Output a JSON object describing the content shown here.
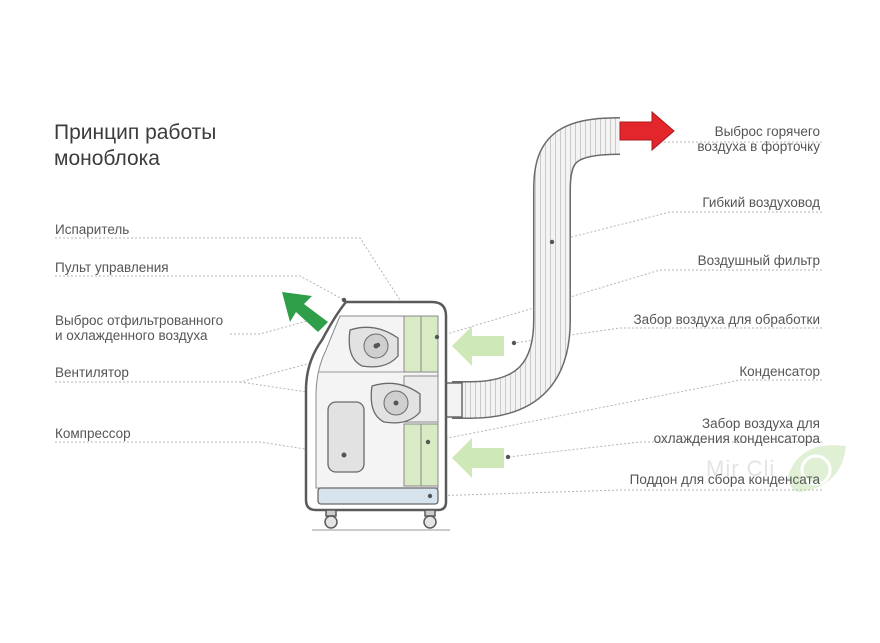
{
  "title": {
    "line1": "Принцип работы",
    "line2": "моноблока"
  },
  "labels_left": {
    "evaporator": "Испаритель",
    "control_panel": "Пульт управления",
    "filtered_air_line1": "Выброс отфильтрованного",
    "filtered_air_line2": "и охлажденного воздуха",
    "fan": "Вентилятор",
    "compressor": "Компрессор"
  },
  "labels_right": {
    "hot_air_line1": "Выброс горячего",
    "hot_air_line2": "воздуха в форточку",
    "flex_duct": "Гибкий воздуховод",
    "air_filter": "Воздушный фильтр",
    "intake_processing": "Забор воздуха для обработки",
    "condenser": "Конденсатор",
    "intake_condenser_line1": "Забор воздуха для",
    "intake_condenser_line2": "охлаждения конденсатора",
    "condensate_tray": "Поддон для сбора конденсата"
  },
  "watermark": "Mir Cli",
  "colors": {
    "hot_arrow": "#e3262b",
    "cool_arrow": "#2f9e48",
    "intake_arrow": "#cfe8b8",
    "filter_green": "#d9ebc4",
    "tray_blue": "#d7e4ee",
    "outline": "#5a5a5a"
  }
}
